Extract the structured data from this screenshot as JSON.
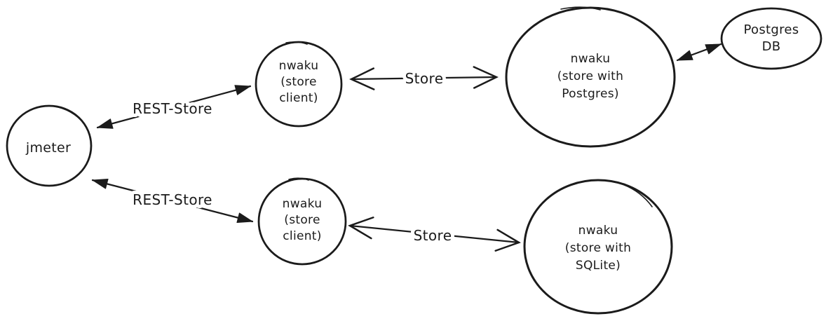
{
  "diagram": {
    "type": "architecture-sketch",
    "background_color": "#ffffff",
    "stroke_color": "#1b1b1b",
    "label_halo_color": "#ffffff",
    "nodes": [
      {
        "id": "jmeter",
        "shape": "circle",
        "lines": [
          "jmeter"
        ]
      },
      {
        "id": "nwaku-store-client-top",
        "shape": "circle",
        "lines": [
          "nwaku",
          "(store",
          "client)"
        ]
      },
      {
        "id": "nwaku-store-postgres",
        "shape": "circle",
        "lines": [
          "nwaku",
          "(store with",
          "Postgres)"
        ]
      },
      {
        "id": "postgres-db",
        "shape": "ellipse",
        "lines": [
          "Postgres",
          "DB"
        ]
      },
      {
        "id": "nwaku-store-client-bottom",
        "shape": "circle",
        "lines": [
          "nwaku",
          "(store",
          "client)"
        ]
      },
      {
        "id": "nwaku-store-sqlite",
        "shape": "circle",
        "lines": [
          "nwaku",
          "(store with",
          "SQLite)"
        ]
      }
    ],
    "edges": [
      {
        "id": "rest-store-top",
        "label": "REST-Store",
        "from": "jmeter",
        "to": "nwaku-store-client-top",
        "arrowheads": "filled-both"
      },
      {
        "id": "store-top",
        "label": "Store",
        "from": "nwaku-store-client-top",
        "to": "nwaku-store-postgres",
        "arrowheads": "open-both"
      },
      {
        "id": "postgres-db-link",
        "label": "",
        "from": "nwaku-store-postgres",
        "to": "postgres-db",
        "arrowheads": "filled-both"
      },
      {
        "id": "rest-store-bottom",
        "label": "REST-Store",
        "from": "jmeter",
        "to": "nwaku-store-client-bottom",
        "arrowheads": "filled-both"
      },
      {
        "id": "store-bottom",
        "label": "Store",
        "from": "nwaku-store-client-bottom",
        "to": "nwaku-store-sqlite",
        "arrowheads": "open-both"
      }
    ]
  }
}
